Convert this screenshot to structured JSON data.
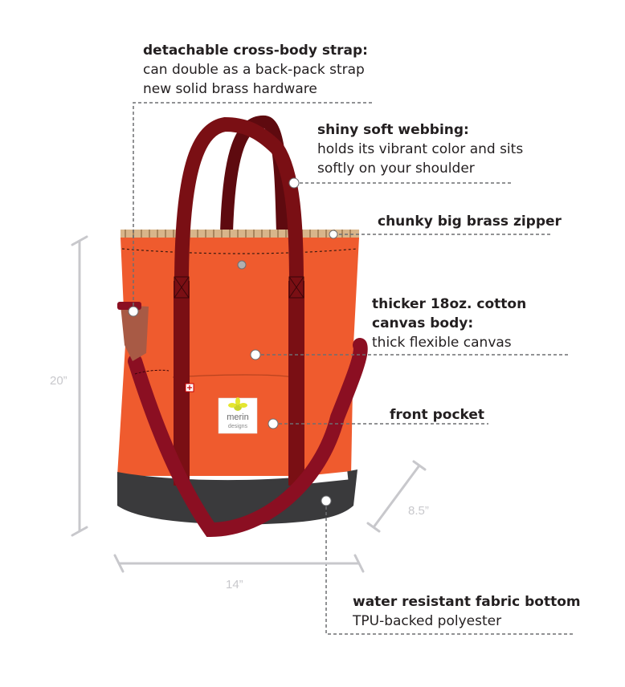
{
  "callouts": {
    "strap": {
      "title": "detachable cross-body strap:",
      "lines": [
        "can double as a back-pack strap",
        "new solid brass hardware"
      ]
    },
    "webbing": {
      "title": "shiny soft webbing:",
      "lines": [
        "holds its vibrant color and sits",
        "softly on your shoulder"
      ]
    },
    "zipper": {
      "title": "chunky big brass zipper"
    },
    "canvas": {
      "title_lines": [
        "thicker 18oz. cotton",
        "canvas body:"
      ],
      "lines": [
        "thick flexible canvas"
      ]
    },
    "pocket": {
      "title": "front pocket"
    },
    "bottom": {
      "title": "water resistant fabric bottom",
      "lines": [
        "TPU-backed polyester"
      ]
    }
  },
  "dimensions": {
    "height": "20”",
    "width": "14”",
    "depth": "8.5”"
  },
  "logo": {
    "text": "merin designs"
  },
  "colors": {
    "body": "#ef5b2e",
    "bottom": "#3a3a3c",
    "webbing": "#7a0f14",
    "strap": "#8b0f22",
    "zipper_tape": "#d8b58a",
    "leader": "#6d6e71",
    "dimension": "#c8c8cc"
  }
}
